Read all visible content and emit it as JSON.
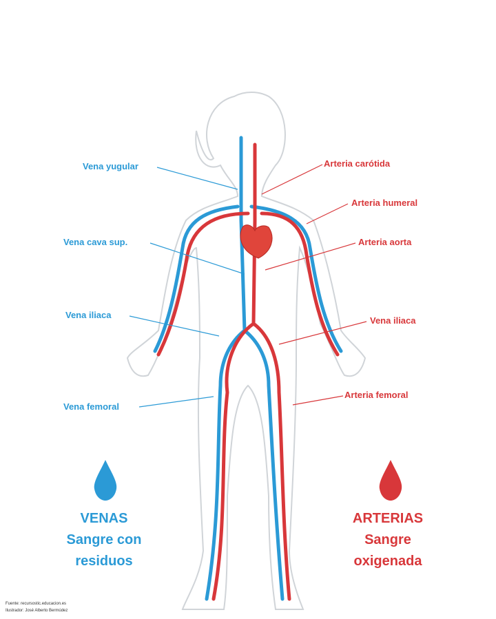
{
  "colors": {
    "veins": "#2b9ad6",
    "arteries": "#d8373a",
    "outline": "#d0d4d8"
  },
  "left_labels": [
    {
      "text": "Vena yugular"
    },
    {
      "text": "Vena cava sup."
    },
    {
      "text": "Vena iliaca"
    },
    {
      "text": "Vena femoral"
    }
  ],
  "right_labels": [
    {
      "text": "Arteria carótida"
    },
    {
      "text": "Arteria humeral"
    },
    {
      "text": "Arteria aorta"
    },
    {
      "text": "Vena iliaca"
    },
    {
      "text": "Arteria femoral"
    }
  ],
  "legend": {
    "veins": {
      "title": "VENAS",
      "line1": "Sangre con",
      "line2": "residuos",
      "icon": "blue-drop-icon"
    },
    "arteries": {
      "title": "ARTERIAS",
      "line1": "Sangre",
      "line2": "oxigenada",
      "icon": "red-drop-icon"
    }
  },
  "credits": {
    "source": "Fuente: recursostic.educacion.es",
    "illustrator": "Ilustrador: José Alberto Bermúdez"
  }
}
